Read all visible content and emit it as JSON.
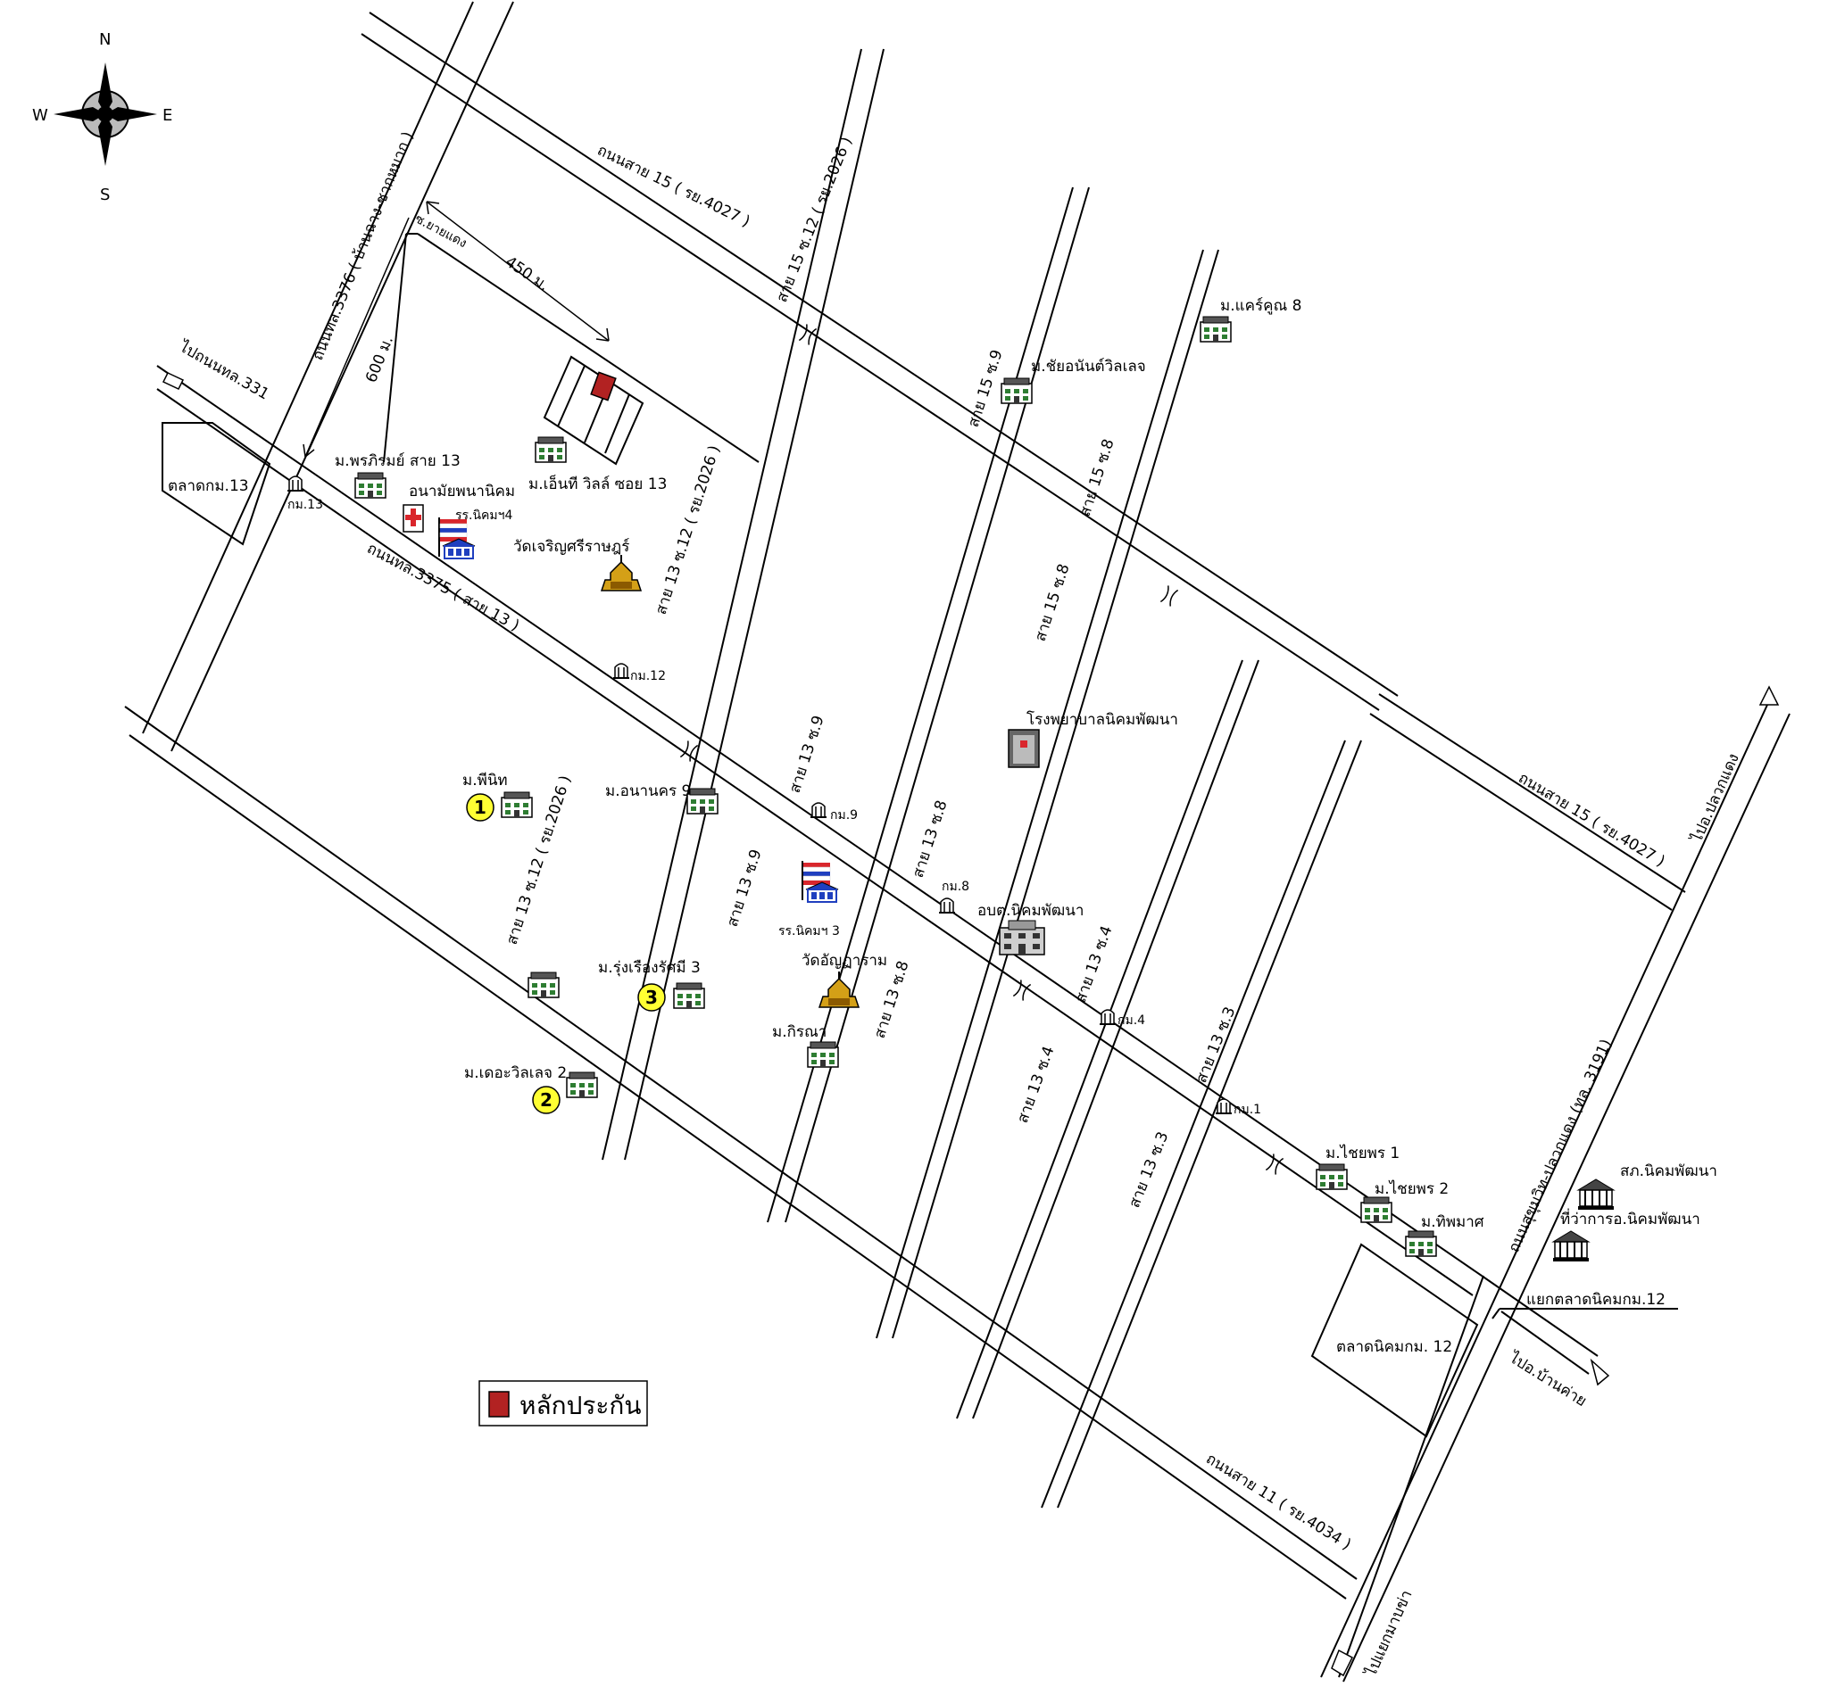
{
  "compass": {
    "n": "N",
    "s": "S",
    "e": "E",
    "w": "W"
  },
  "roads": {
    "r15_top": "ถนนสาย 15 ( รย.4027 )",
    "r15_right": "ถนนสาย 15 ( รย.4027 )",
    "r3376": "ถนนทล.3376 ( บ้านฉาง-ชากหมาก )",
    "r331": "ไปถนนทล.331",
    "r3375": "ถนนทล.3375 ( สาย 13 )",
    "r11": "ถนนสาย 11 ( รย.4034 )",
    "sukhumvit": "ถนนสุขุมวิท-ปลวกแดง (ทล. 3191)",
    "to_pluakdaeng": "ไปอ.ปลวกแดง",
    "to_bankhai": "ไปอ.บ้านค่าย",
    "to_maptaphut": "ไปแยกมาบข่า",
    "junction12": "แยกตลาดนิคมกม.12",
    "soi_yaiyaeng": "ซ.ยายแดง",
    "l15s12_top": "สาย 15 ซ.12 ( รย.2026 )",
    "l13s12_mid": "สาย 13 ซ.12 ( รย.2026 )",
    "l13s12_low": "สาย 13 ซ.12 ( รย.2026 )",
    "l15s9": "สาย 15 ซ.9",
    "l15s8a": "สาย 15 ซ.8",
    "l15s8b": "สาย 15 ซ.8",
    "l13s9a": "สาย 13 ซ.9",
    "l13s9b": "สาย 13 ซ.9",
    "l13s8a": "สาย 13 ซ.8",
    "l13s8b": "สาย 13 ซ.8",
    "l13s4a": "สาย 13 ซ.4",
    "l13s4b": "สาย 13 ซ.4",
    "l13s3a": "สาย 13 ซ.3",
    "l13s3b": "สาย 13 ซ.3"
  },
  "dimensions": {
    "d450": "450 ม.",
    "d600": "600 ม."
  },
  "places": {
    "market13": "ตลาดกม.13",
    "market12": "ตลาดนิคมกม. 12",
    "km13": "กม.13",
    "km12": "กม.12",
    "km9": "กม.9",
    "km8": "กม.8",
    "km4": "กม.4",
    "km1": "กม.1",
    "pornpirom": "ม.พรภิรมย์ สาย 13",
    "anamai": "อนามัยพนานิคม",
    "school4": "รร.นิคมฯ4",
    "entwil": "ม.เอ็นที วิลล์ ซอย 13",
    "watcharoen": "วัดเจริญศรีราษฎร์",
    "chaiyanan": "ม.ชัยอนันต์วิลเลจ",
    "carecoon": "ม.แคร์คูณ 8",
    "hospital": "โรงพยาบาลนิคมพัฒนา",
    "phinit": "ม.พีนิท",
    "anankorn": "ม.อนานคร 9",
    "school3": "รร.นิคมฯ 3",
    "watanyaram": "วัดอัญฏาราม",
    "obt": "อบต.นิคมพัฒนา",
    "rungruang": "ม.รุ่งเรืองรัศมี 3",
    "kirana": "ม.กิรณา",
    "thevillage2": "ม.เดอะวิลเลจ 2",
    "chaiyaporn1": "ม.ไชยพร 1",
    "chaiyaporn2": "ม.ไชยพร 2",
    "thipmat": "ม.ทิพมาศ",
    "police": "สภ.นิคมพัฒนา",
    "district_office": "ที่ว่าการอ.นิคมพัฒนา"
  },
  "badges": {
    "b1": "1",
    "b2": "2",
    "b3": "3"
  },
  "legend": {
    "label": "หลักประกัน",
    "color": "#b22222"
  },
  "colors": {
    "badge": "#ffff33",
    "collateral": "#b22222",
    "school_flag_red": "#d9262c",
    "school_flag_blue": "#1f3fbf",
    "temple": "#d4a017"
  }
}
